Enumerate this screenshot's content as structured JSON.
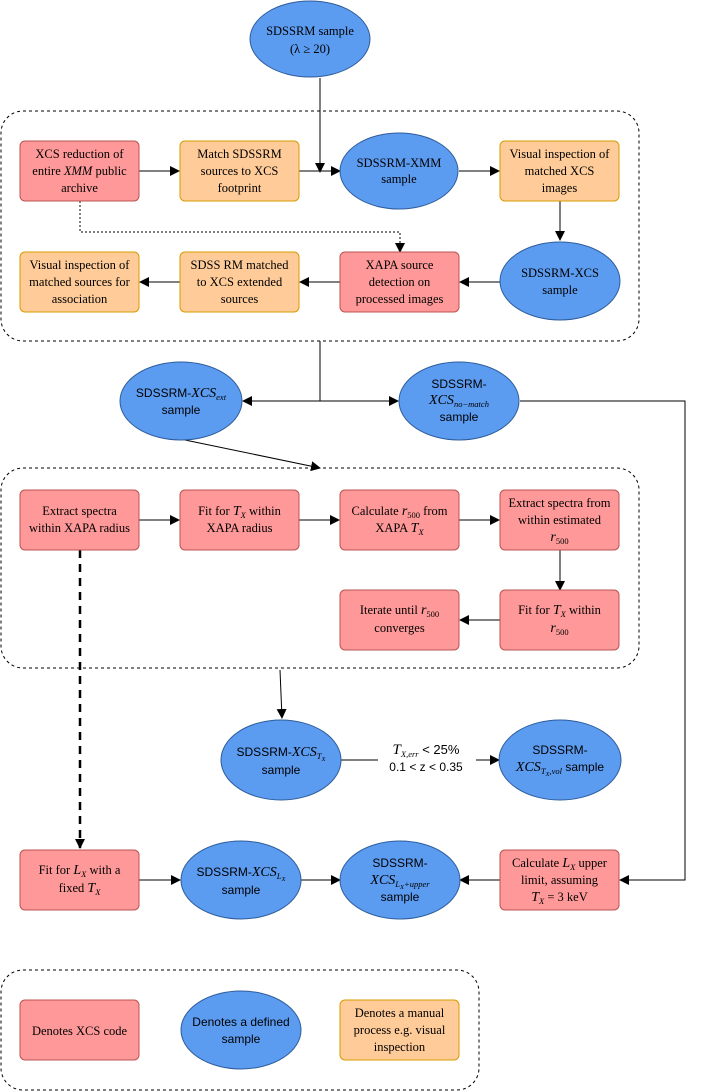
{
  "colors": {
    "code_fill": "#FF9999",
    "code_stroke": "#b85450",
    "manual_fill": "#FFCC99",
    "manual_stroke": "#d79b00",
    "sample_fill": "#5B9BF0",
    "sample_stroke": "#2f5d9a",
    "line": "#000000"
  },
  "nodes": {
    "sample_top": {
      "line1": "SDSSRM sample",
      "line2": "(λ ≥  20)"
    },
    "xcs_reduction": {
      "line1": "XCS reduction of",
      "line2_pre": "entire ",
      "line2_em": "XMM",
      "line2_post": " public",
      "line3": "archive"
    },
    "match_sources": {
      "line1": "Match SDSSRM",
      "line2": "sources to XCS",
      "line3": "footprint"
    },
    "sdssrm_xmm": {
      "line1": "SDSSRM-XMM",
      "line2": "sample"
    },
    "visual_inspection_xcs": {
      "line1": "Visual inspection of",
      "line2": "matched XCS",
      "line3": "images"
    },
    "sdssrm_xcs": {
      "line1": "SDSSRM-XCS",
      "line2": "sample"
    },
    "xapa_detection": {
      "line1": "XAPA source",
      "line2": "detection on",
      "line3": "processed images"
    },
    "sdss_rm_matched": {
      "line1": "SDSS RM matched",
      "line2": "to XCS extended",
      "line3": "sources"
    },
    "visual_inspection_assoc": {
      "line1": "Visual inspection of",
      "line2": "matched sources for",
      "line3": "association"
    },
    "xcs_ext": {
      "pre": "SDSSRM-",
      "math": "XCS",
      "sub": "ext",
      "line2": "sample"
    },
    "xcs_nomatch": {
      "line1": "SDSSRM-",
      "math": "XCS",
      "sub": "no−match",
      "line3": "sample"
    },
    "extract_xapa": {
      "line1": "Extract spectra",
      "line2": "within XAPA radius"
    },
    "fit_tx_xapa": {
      "pre": "Fit for ",
      "math": "T",
      "sub": "X",
      "post": " within",
      "line2": "XAPA radius"
    },
    "calc_r500": {
      "pre": "Calculate ",
      "math": "r",
      "sub": "500",
      "post": " from",
      "line2_pre": "XAPA ",
      "line2_math": "T",
      "line2_sub": "X"
    },
    "extract_r500": {
      "line1": "Extract spectra from",
      "line2": "within estimated",
      "math": "r",
      "sub": "500"
    },
    "fit_tx_r500": {
      "pre": "Fit for ",
      "math": "T",
      "sub": "X",
      "post": " within",
      "math2": "r",
      "sub2": "500"
    },
    "iterate": {
      "pre": "Iterate until ",
      "math": "r",
      "sub": "500",
      "line2": "converges"
    },
    "xcs_tx": {
      "pre": "SDSSRM-",
      "math": "XCS",
      "sub": "T",
      "subsub": "X",
      "line2": "sample"
    },
    "cut_label": {
      "math": "T",
      "sub": "X,err",
      "post": " < 25%",
      "line2": "0.1 < z < 0.35"
    },
    "xcs_txvol": {
      "line1": "SDSSRM-",
      "math": "XCS",
      "sub": "T",
      "subsub": "X",
      "subtail": ",vol",
      "post": " sample"
    },
    "fit_lx": {
      "pre": "Fit for ",
      "math": "L",
      "sub": "X",
      "post": " with a",
      "line2_pre": "fixed ",
      "line2_math": "T",
      "line2_sub": "X"
    },
    "xcs_lx": {
      "pre": "SDSSRM-",
      "math": "XCS",
      "sub": "L",
      "subsub": "X",
      "line2": "sample"
    },
    "xcs_lxupper": {
      "line1": "SDSSRM-",
      "math": "XCS",
      "sub": "L",
      "subsub": "X",
      "subtail": "+upper",
      "line3": "sample"
    },
    "calc_lx_upper": {
      "pre": "Calculate ",
      "math": "L",
      "sub": "X",
      "post": " upper",
      "line2": "limit, assuming",
      "line3_math": "T",
      "line3_sub": "X",
      "line3_post": " = 3 keV"
    }
  },
  "legend": {
    "code": "Denotes XCS code",
    "sample_line1": "Denotes a defined",
    "sample_line2": "sample",
    "manual_line1": "Denotes a manual",
    "manual_line2": "process e.g. visual",
    "manual_line3": "inspection"
  }
}
